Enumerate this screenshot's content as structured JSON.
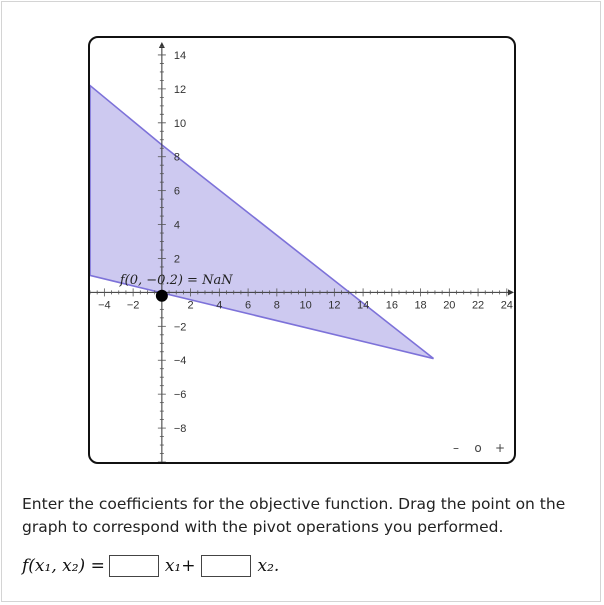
{
  "graph": {
    "x_axis": {
      "min": -5,
      "max": 24.5,
      "ticks": [
        -4,
        -2,
        2,
        4,
        6,
        8,
        10,
        12,
        14,
        16,
        18,
        20,
        22,
        24
      ]
    },
    "y_axis": {
      "min": -10,
      "max": 15,
      "ticks": [
        -8,
        -6,
        -4,
        -2,
        2,
        4,
        6,
        8,
        10,
        12,
        14
      ]
    },
    "feasible_region": [
      [
        -5,
        12.2
      ],
      [
        -5,
        1.0
      ],
      [
        18.9,
        -3.9
      ],
      [
        0,
        8.7
      ]
    ],
    "region_fill": "#cdc9f0",
    "region_stroke": "#7d72d9",
    "point": {
      "x": 0,
      "y": -0.2,
      "color": "#000000"
    },
    "point_label": "f(0, −0.2) = NaN"
  },
  "zoom": {
    "minus": "–",
    "reset": "o",
    "plus": "+"
  },
  "instructions": "Enter the coefficients for the objective function. Drag the point on the graph to correspond with the pivot operations you performed.",
  "formula": {
    "lhs": "f(x₁, x₂) =",
    "x1": "x₁+",
    "x2": "x₂."
  }
}
